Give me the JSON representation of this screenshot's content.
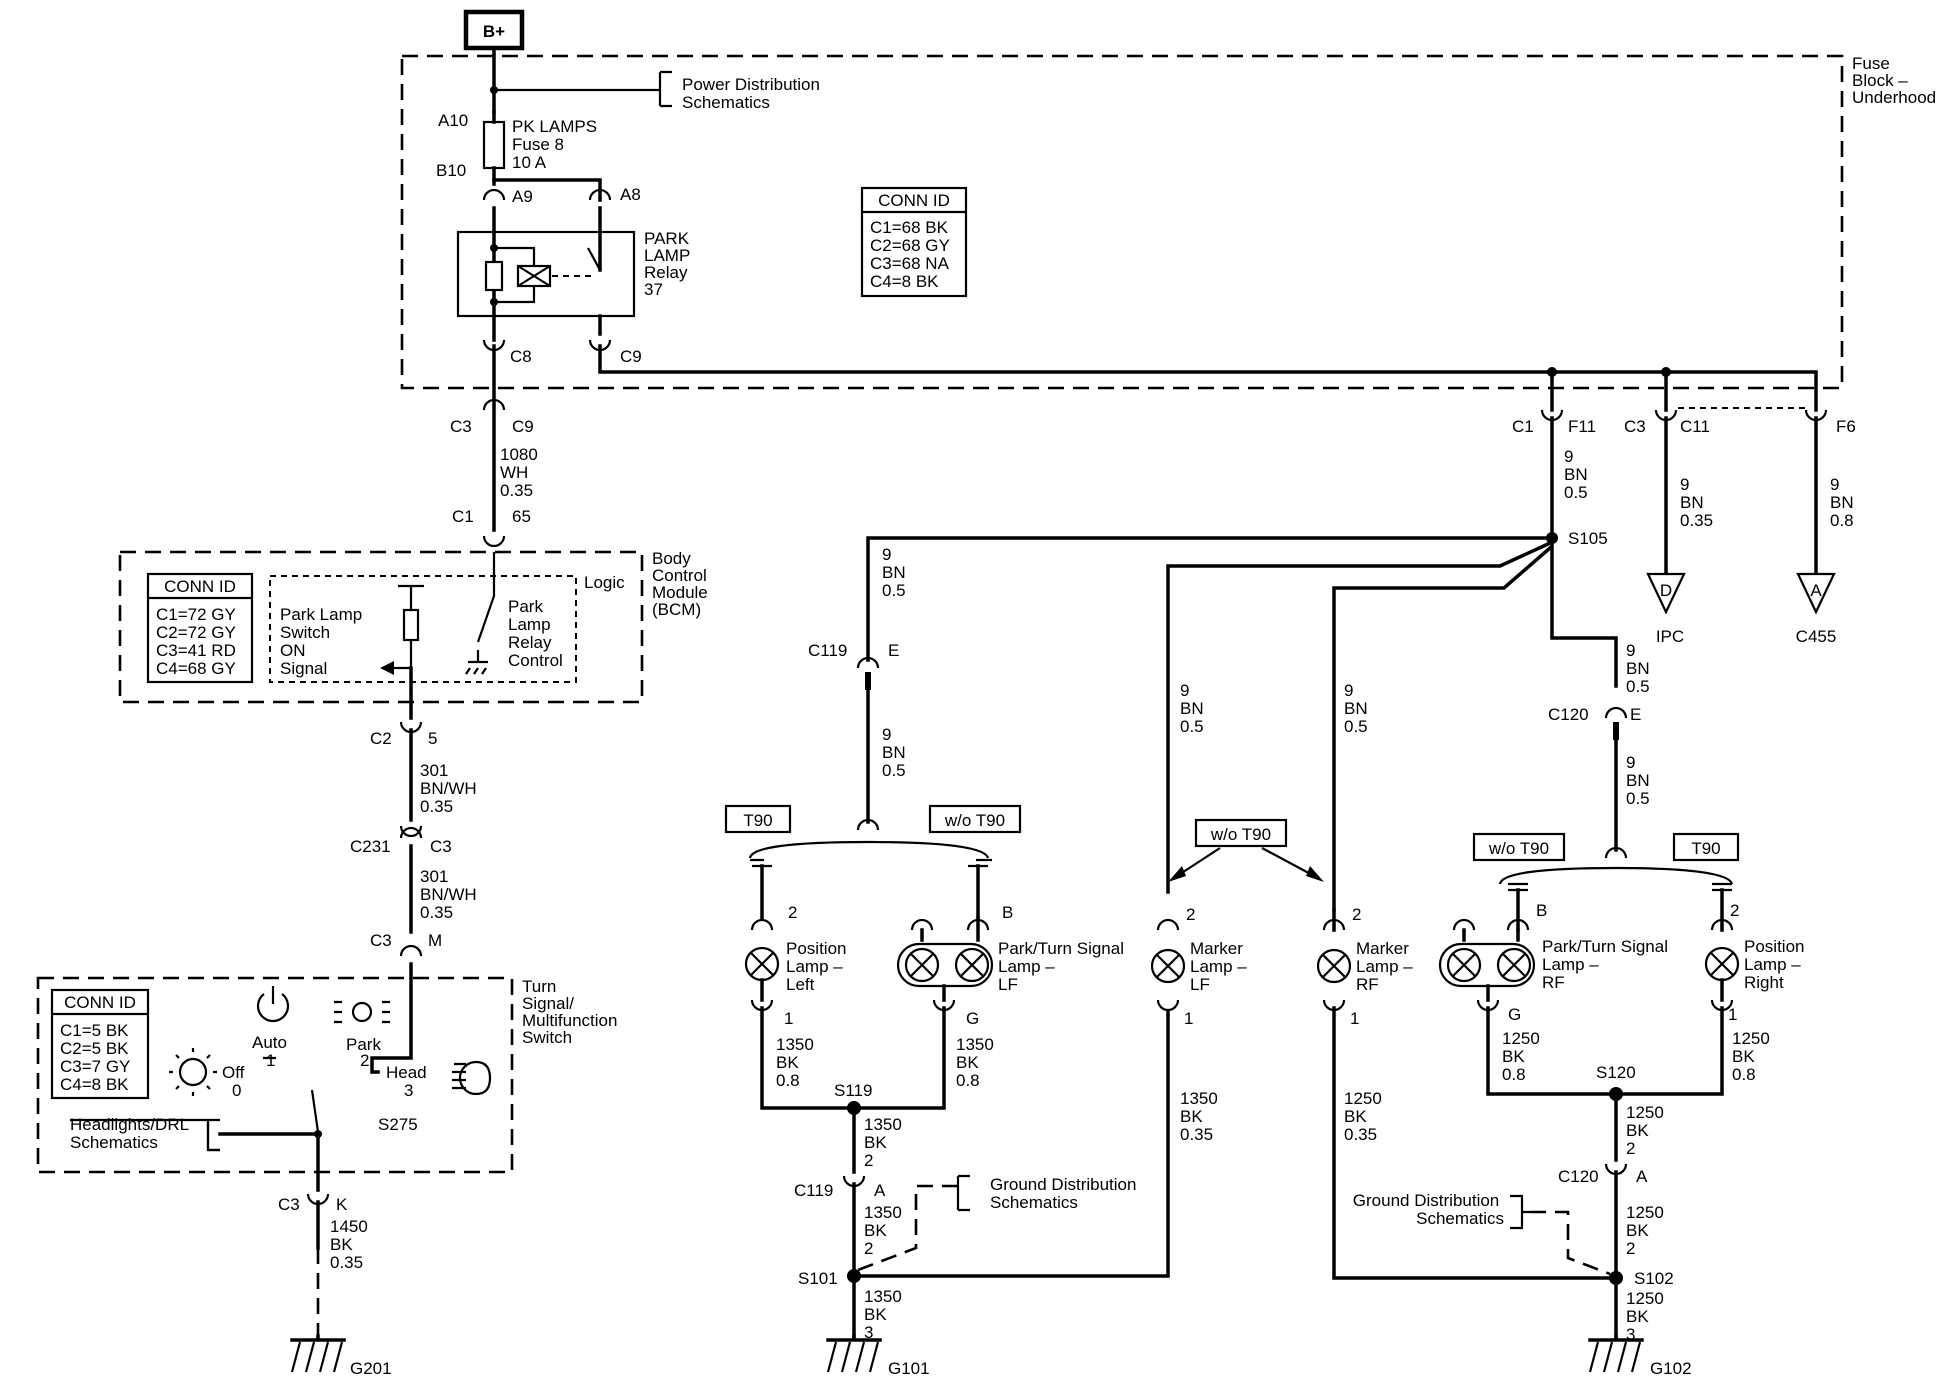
{
  "supply": "B+",
  "fuse_block": {
    "label_lines": [
      "Fuse",
      "Block –",
      "Underhood"
    ],
    "power_dist": [
      "Power Distribution",
      "Schematics"
    ],
    "fuse_pin_top": "A10",
    "fuse_pin_bottom": "B10",
    "fuse_lines": [
      "PK LAMPS",
      "Fuse 8",
      "10 A"
    ],
    "pin_a9": "A9",
    "pin_a8": "A8",
    "relay_lines": [
      "PARK",
      "LAMP",
      "Relay",
      "37"
    ],
    "pin_c8": "C8",
    "pin_c9": "C9",
    "conn_title": "CONN ID",
    "conn_lines": [
      "C1=68 BK",
      "C2=68 GY",
      "C3=68 NA",
      "C4=8 BK"
    ]
  },
  "fb_out": {
    "c1": "C1",
    "f11": "F11",
    "c3": "C3",
    "c11": "C11",
    "f6": "F6",
    "wire_f11": [
      "9",
      "BN",
      "0.5"
    ],
    "wire_c11": [
      "9",
      "BN",
      "0.35"
    ],
    "wire_f6": [
      "9",
      "BN",
      "0.8"
    ],
    "ipc_letter": "D",
    "ipc_label": "IPC",
    "c455_letter": "A",
    "c455_label": "C455",
    "s105": "S105"
  },
  "bcm_feed": {
    "c3": "C3",
    "c9": "C9",
    "wire": [
      "1080",
      "WH",
      "0.35"
    ],
    "c1": "C1",
    "pin65": "65"
  },
  "bcm": {
    "label_lines": [
      "Body",
      "Control",
      "Module",
      "(BCM)"
    ],
    "logic": "Logic",
    "conn_title": "CONN ID",
    "conn_lines": [
      "C1=72 GY",
      "C2=72 GY",
      "C3=41 RD",
      "C4=68 GY"
    ],
    "switch_lines": [
      "Park Lamp",
      "Switch",
      "ON",
      "Signal"
    ],
    "relay_ctrl_lines": [
      "Park",
      "Lamp",
      "Relay",
      "Control"
    ],
    "c2": "C2",
    "pin5": "5",
    "wire1": [
      "301",
      "BN/WH",
      "0.35"
    ],
    "c231": "C231",
    "c231_c3": "C3",
    "wire2": [
      "301",
      "BN/WH",
      "0.35"
    ],
    "c3": "C3",
    "pin_m": "M"
  },
  "tsm": {
    "label_lines": [
      "Turn",
      "Signal/",
      "Multifunction",
      "Switch"
    ],
    "conn_title": "CONN ID",
    "conn_lines": [
      "C1=5 BK",
      "C2=5 BK",
      "C3=7 GY",
      "C4=8 BK"
    ],
    "auto": "Auto",
    "auto_num": "1",
    "off": "Off",
    "off_num": "0",
    "park": "Park",
    "park_num": "2",
    "head": "Head",
    "head_num": "3",
    "splice": "S275",
    "hl_drl": [
      "Headlights/DRL",
      "Schematics"
    ],
    "c3": "C3",
    "pin_k": "K",
    "wire": [
      "1450",
      "BK",
      "0.35"
    ],
    "ground": "G201"
  },
  "left_feed": {
    "wire1": [
      "9",
      "BN",
      "0.5"
    ],
    "c119": "C119",
    "pin_e": "E",
    "wire2": [
      "9",
      "BN",
      "0.5"
    ],
    "t90": "T90",
    "wo_t90": "w/o T90"
  },
  "left_lamps": {
    "pos_pin_top": "2",
    "pos_lines": [
      "Position",
      "Lamp –",
      "Left"
    ],
    "pos_pin_bot": "1",
    "pt_pin_top": "B",
    "pt_lines": [
      "Park/Turn Signal",
      "Lamp –",
      "LF"
    ],
    "pt_pin_bot": "G",
    "wire_pos": [
      "1350",
      "BK",
      "0.8"
    ],
    "wire_pt": [
      "1350",
      "BK",
      "0.8"
    ],
    "s119": "S119",
    "wire_s119": [
      "1350",
      "BK",
      "2"
    ],
    "c119": "C119",
    "pin_a": "A",
    "wire_c119": [
      "1350",
      "BK",
      "2"
    ],
    "ground_dist": [
      "Ground Distribution",
      "Schematics"
    ],
    "s101": "S101",
    "wire_s101": [
      "1350",
      "BK",
      "3"
    ],
    "ground": "G101"
  },
  "markers": {
    "wire_lf_feed": [
      "9",
      "BN",
      "0.5"
    ],
    "wire_rf_feed": [
      "9",
      "BN",
      "0.5"
    ],
    "wo_t90": "w/o T90",
    "lf_pin_top": "2",
    "lf_lines": [
      "Marker",
      "Lamp –",
      "LF"
    ],
    "lf_pin_bot": "1",
    "rf_pin_top": "2",
    "rf_lines": [
      "Marker",
      "Lamp –",
      "RF"
    ],
    "rf_pin_bot": "1",
    "wire_lf_gnd": [
      "1350",
      "BK",
      "0.35"
    ],
    "wire_rf_gnd": [
      "1250",
      "BK",
      "0.35"
    ]
  },
  "right_feed": {
    "wire1": [
      "9",
      "BN",
      "0.5"
    ],
    "c120": "C120",
    "pin_e": "E",
    "wire2": [
      "9",
      "BN",
      "0.5"
    ],
    "wo_t90": "w/o T90",
    "t90": "T90"
  },
  "right_lamps": {
    "pt_pin_top": "B",
    "pt_lines": [
      "Park/Turn Signal",
      "Lamp –",
      "RF"
    ],
    "pt_pin_bot": "G",
    "pos_pin_top": "2",
    "pos_lines": [
      "Position",
      "Lamp –",
      "Right"
    ],
    "pos_pin_bot": "1",
    "wire_pt": [
      "1250",
      "BK",
      "0.8"
    ],
    "wire_pos": [
      "1250",
      "BK",
      "0.8"
    ],
    "s120": "S120",
    "wire_s120": [
      "1250",
      "BK",
      "2"
    ],
    "c120": "C120",
    "pin_a": "A",
    "wire_c120": [
      "1250",
      "BK",
      "2"
    ],
    "ground_dist": [
      "Ground Distribution",
      "Schematics"
    ],
    "s102": "S102",
    "wire_s102": [
      "1250",
      "BK",
      "3"
    ],
    "ground": "G102"
  }
}
